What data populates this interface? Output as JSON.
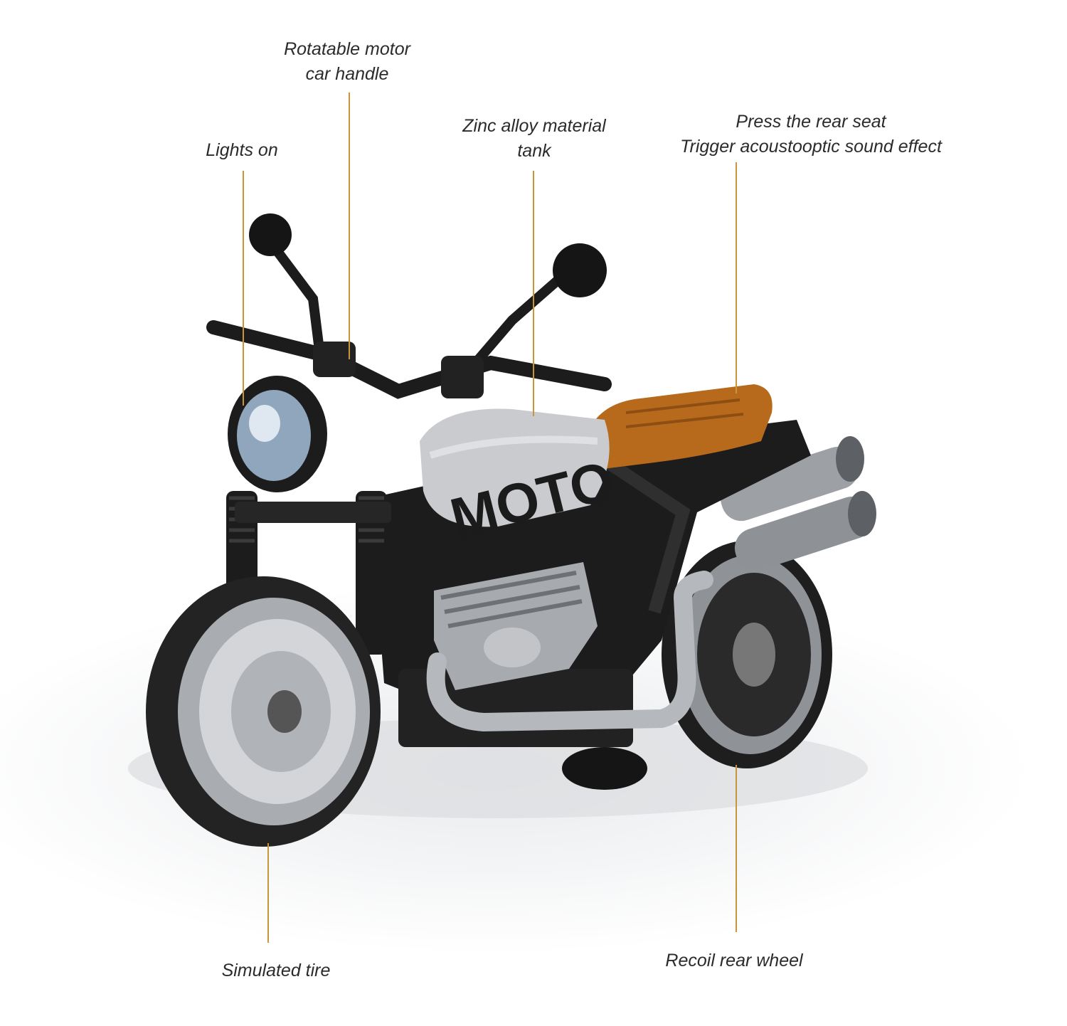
{
  "callouts": {
    "handle": {
      "line1": "Rotatable motor",
      "line2": "car handle"
    },
    "lights": {
      "line1": "Lights on"
    },
    "tank": {
      "line1": "Zinc alloy material",
      "line2": "tank"
    },
    "seat": {
      "line1": "Press the rear seat",
      "line2": "Trigger acoustooptic sound effect"
    },
    "tire": {
      "line1": "Simulated tire"
    },
    "rear_wheel": {
      "line1": "Recoil rear wheel"
    }
  },
  "bike": {
    "tank_lettering": "MOTO",
    "colors": {
      "leader_line": "#c8963a",
      "seat": "#b86a1c",
      "body": "#1c1c1c",
      "chrome": "#b9bcc0",
      "tank": "#c9cbce"
    }
  }
}
